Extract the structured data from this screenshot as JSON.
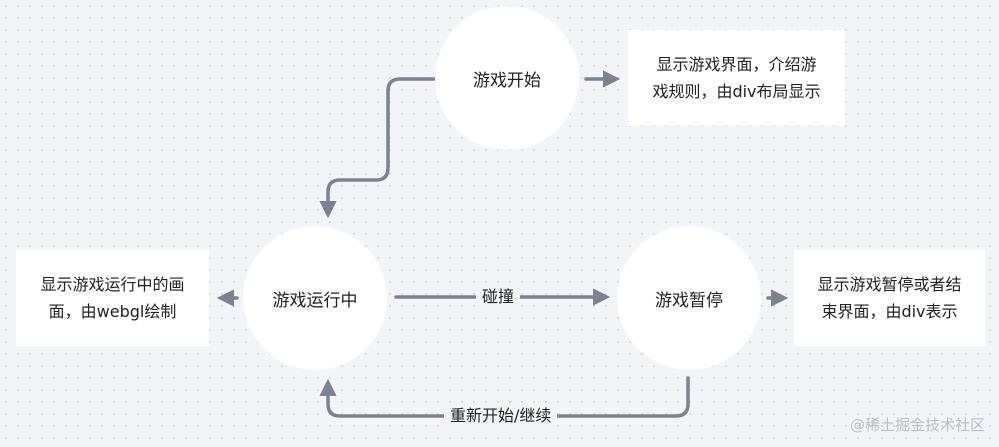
{
  "nodes": {
    "start": "游戏开始",
    "running": "游戏运行中",
    "paused": "游戏暂停"
  },
  "notes": {
    "start_line1": "显示游戏界面，介绍游",
    "start_line2": "戏规则，由div布局显示",
    "running_line1": "显示游戏运行中的画",
    "running_line2": "面，由webgl绘制",
    "paused_line1": "显示游戏暂停或者结",
    "paused_line2": "束界面，由div表示"
  },
  "edges": {
    "collision": "碰撞",
    "restart": "重新开始/继续"
  },
  "watermark": "@稀土掘金技术社区",
  "colors": {
    "arrow": "#7b8390",
    "node_fill": "#ffffff",
    "background": "#f2f4f7"
  }
}
